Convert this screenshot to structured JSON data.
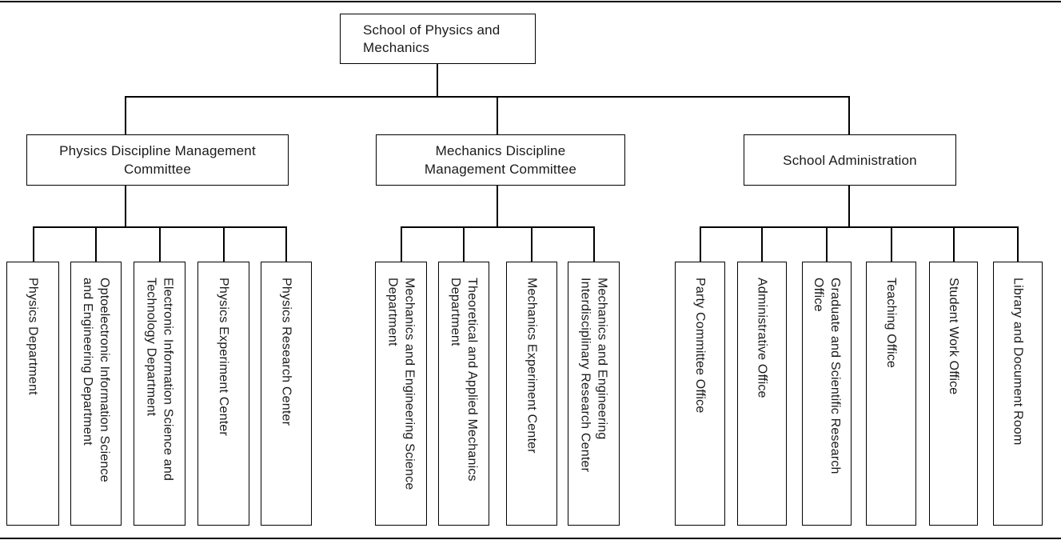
{
  "style": {
    "background": "#ffffff",
    "line_color": "#000000",
    "text_color": "#1a1a1a"
  },
  "chart": {
    "root": {
      "label": "School of Physics and\nMechanics"
    },
    "branches": [
      {
        "label": "Physics Discipline Management\nCommittee",
        "children": [
          {
            "label": "Physics Department"
          },
          {
            "label": "Optoelectronic Information Science\nand Engineering Department"
          },
          {
            "label": "Electronic Information Science and\nTechnology Department"
          },
          {
            "label": "Physics Experiment Center"
          },
          {
            "label": "Physics Research Center"
          }
        ]
      },
      {
        "label": "Mechanics Discipline\nManagement Committee",
        "children": [
          {
            "label": "Mechanics and Engineering Science\nDepartment"
          },
          {
            "label": "Theoretical and Applied Mechanics\nDepartment"
          },
          {
            "label": "Mechanics Experiment Center"
          },
          {
            "label": "Mechanics and Engineering\nInterdisciplinary Research Center"
          }
        ]
      },
      {
        "label": "School Administration",
        "children": [
          {
            "label": "Party Committee Office"
          },
          {
            "label": "Administrative Office"
          },
          {
            "label": "Graduate and Scientific Research\nOffice"
          },
          {
            "label": "Teaching Office"
          },
          {
            "label": "Student Work Office"
          },
          {
            "label": "Library and Document Room"
          }
        ]
      }
    ]
  }
}
